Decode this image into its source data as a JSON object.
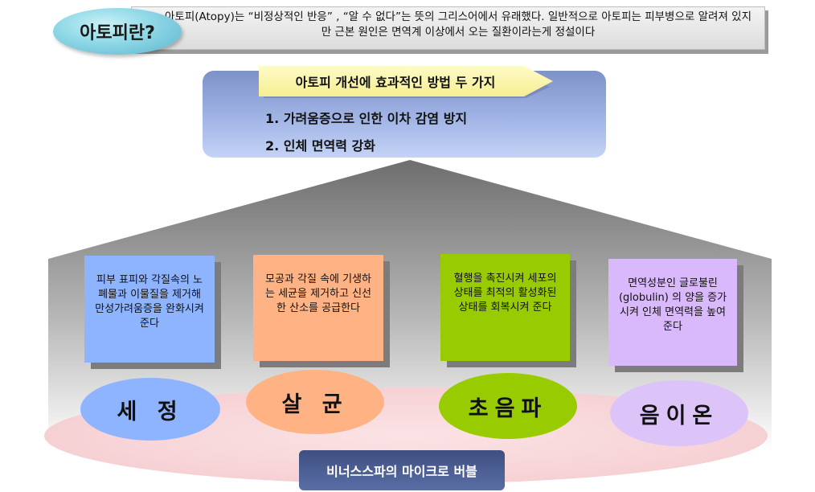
{
  "definition": {
    "label": "아토피란?",
    "text": "아토피(Atopy)는 “비정상적인 반응” , “알 수 없다”는 뜻의 그리스어에서 유래했다. 일반적으로     아토피는 피부병으로 알려져 있지만 근본 원인은 면역계 이상에서 오는 질환이라는게 정설이다"
  },
  "methods": {
    "title": "아토피 개선에 효과적인 방법 두 가지",
    "items": [
      "1. 가려움증으로 인한 이차 감염 방지",
      "2. 인체 면역력 강화"
    ]
  },
  "features": [
    {
      "label": "세 정",
      "description": "피부 표피와 각질속의 노폐물과 이물질을 제거해 만성가려움증을 완화시켜 준다",
      "card_color": "#8fb4ff",
      "oval_color": "#8fb4ff"
    },
    {
      "label": "살 균",
      "description": "모공과 각질 속에 기생하는 세균을 제거하고 신선한 산소를 공급한다",
      "card_color": "#ffb385",
      "oval_color": "#ffb385"
    },
    {
      "label": "초음파",
      "description": "혈행을 촉진시켜 세포의 상태를 최적의 활성화된 상태를 회복시켜 준다",
      "card_color": "#99cc00",
      "oval_color": "#99cc00"
    },
    {
      "label": "음이온",
      "description": "면역성분인 글로불린(globulin) 의 양을 증가 시켜 인체 면역력을 높여준다",
      "card_color": "#d9b8fb",
      "oval_color": "#dcc3f8"
    }
  ],
  "base": {
    "label": "비너스스파의 마이크로 버블",
    "color": "#f8d7da"
  }
}
